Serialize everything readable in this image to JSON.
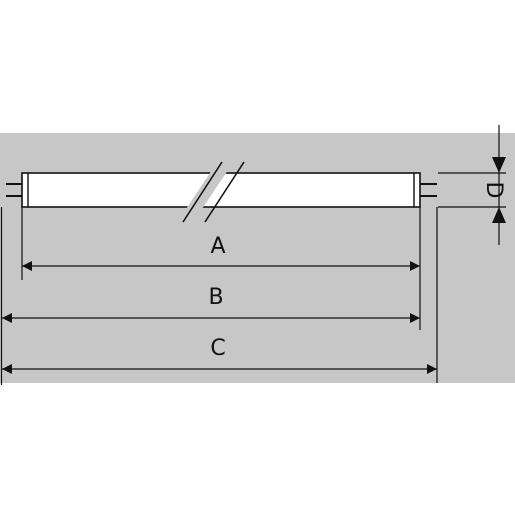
{
  "diagram": {
    "background_color": "#c7c7c7",
    "tube_color": "#ffffff",
    "line_color": "#111111",
    "labels": {
      "dim_a": "A",
      "dim_b": "B",
      "dim_c": "C",
      "dim_d": "D"
    }
  }
}
